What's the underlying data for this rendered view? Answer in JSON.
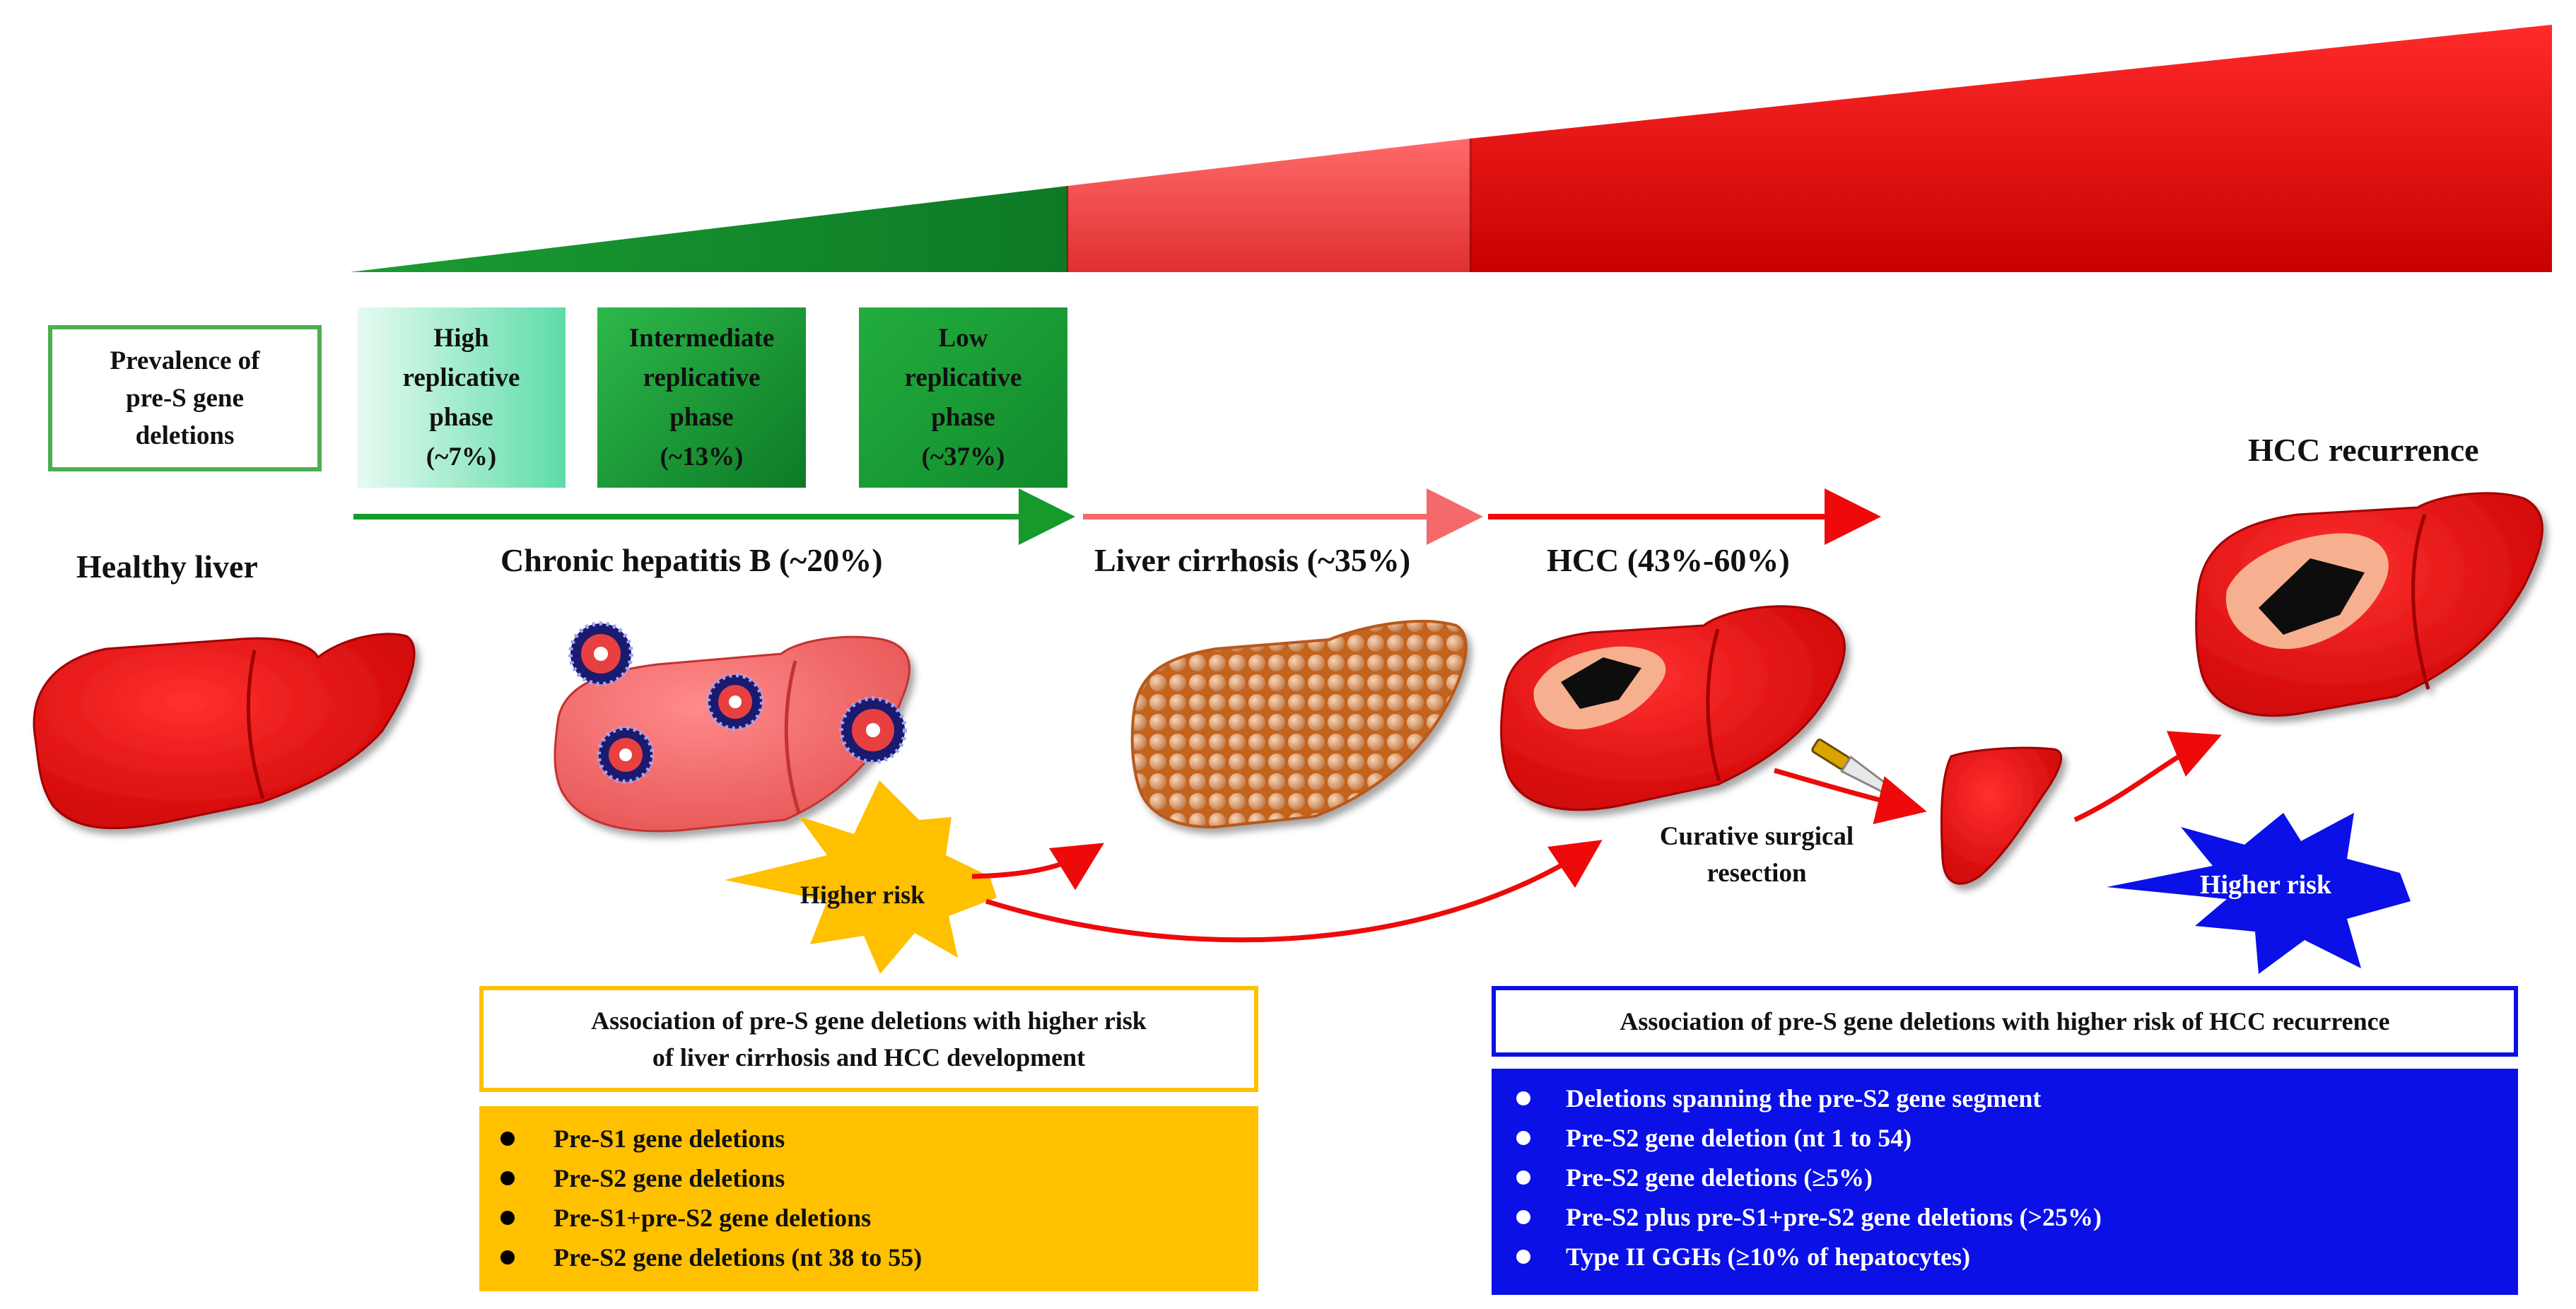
{
  "prevalence": {
    "title_lines": [
      "Prevalence of",
      "pre-S gene",
      "deletions"
    ],
    "phases": [
      {
        "lines": [
          "High",
          "replicative",
          "phase",
          "(~7%)"
        ]
      },
      {
        "lines": [
          "Intermediate",
          "replicative",
          "phase",
          "(~13%)"
        ]
      },
      {
        "lines": [
          "Low",
          "replicative",
          "phase",
          "(~37%)"
        ]
      }
    ]
  },
  "stages": {
    "healthy": "Healthy liver",
    "chronic": "Chronic hepatitis B (~20%)",
    "cirrhosis": "Liver cirrhosis (~35%)",
    "hcc": "HCC (43%-60%)",
    "recurrence": "HCC recurrence"
  },
  "risk": {
    "yellow_burst": "Higher risk",
    "blue_burst": "Higher risk"
  },
  "surgery": {
    "lines": [
      "Curative surgical",
      "resection"
    ]
  },
  "association_left": {
    "lines": [
      "Association of pre-S gene deletions with higher risk",
      "of liver cirrhosis and HCC development"
    ],
    "items": [
      "Pre-S1 gene deletions",
      "Pre-S2 gene deletions",
      "Pre-S1+pre-S2 gene deletions",
      "Pre-S2 gene deletions (nt 38 to 55)"
    ]
  },
  "association_right": {
    "title": "Association of pre-S gene deletions with higher risk of HCC recurrence",
    "items": [
      "Deletions spanning the pre-S2 gene segment",
      "Pre-S2 gene deletion (nt 1 to 54)",
      "Pre-S2 gene deletions (≥5%)",
      "Pre-S2 plus pre-S1+pre-S2 gene deletions (>25%)",
      "Type II GGHs (≥10% of hepatocytes)"
    ]
  },
  "colors": {
    "green": "#169a2c",
    "red": "#ee0a0a",
    "salmon": "#f46a6a",
    "yellow": "#ffc000",
    "blue": "#0a10e6",
    "cirrhosis_nodule": "#e2a47a"
  }
}
